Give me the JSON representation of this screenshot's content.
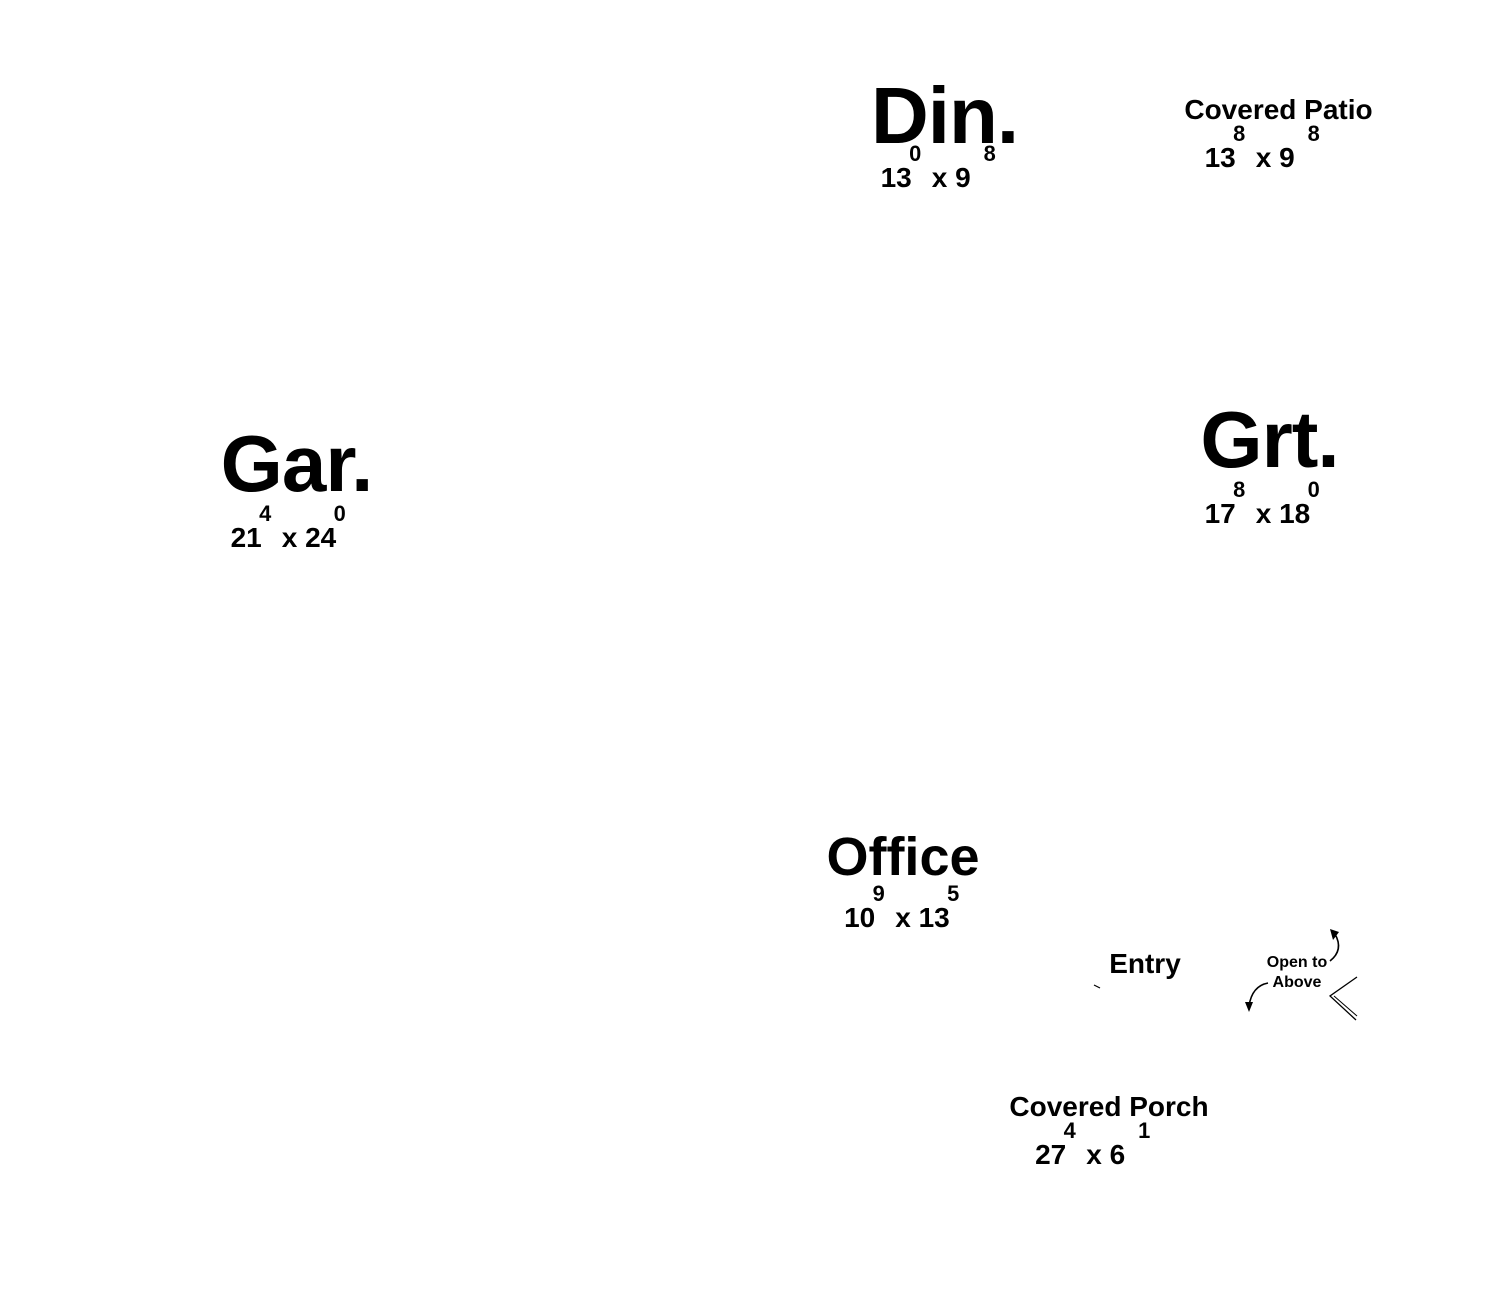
{
  "rooms": {
    "dining": {
      "name": "Din.",
      "w": "13",
      "w_in": "0",
      "x": "x",
      "l": "9",
      "l_in": "8"
    },
    "covered_patio": {
      "name": "Covered Patio",
      "w": "13",
      "w_in": "8",
      "x": "x",
      "l": "9",
      "l_in": "8"
    },
    "garage": {
      "name": "Gar.",
      "w": "21",
      "w_in": "4",
      "x": "x",
      "l": "24",
      "l_in": "0"
    },
    "great_room": {
      "name": "Grt.",
      "w": "17",
      "w_in": "8",
      "x": "x",
      "l": "18",
      "l_in": "0"
    },
    "office": {
      "name": "Office",
      "w": "10",
      "w_in": "9",
      "x": "x",
      "l": "13",
      "l_in": "5"
    },
    "entry": {
      "name": "Entry"
    },
    "covered_porch": {
      "name": "Covered Porch",
      "w": "27",
      "w_in": "4",
      "x": "x",
      "l": "6",
      "l_in": "1"
    }
  },
  "open_to_above": {
    "line1": "Open to",
    "line2": "Above"
  }
}
